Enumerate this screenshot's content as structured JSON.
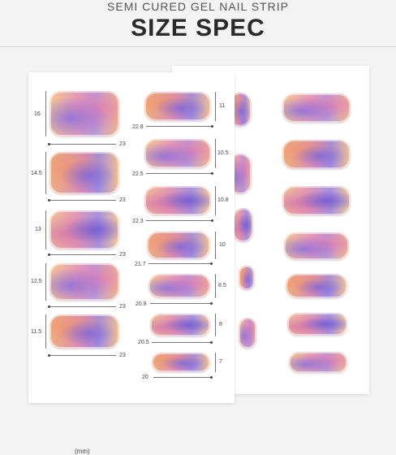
{
  "header": {
    "subtitle": "SEMI CURED GEL NAIL STRIP",
    "title": "SIZE SPEC"
  },
  "unit_label": "(mm)",
  "left_column": [
    {
      "height": "16",
      "width": "23"
    },
    {
      "height": "14.5",
      "width": "23"
    },
    {
      "height": "13",
      "width": "23"
    },
    {
      "height": "12.5",
      "width": "23"
    },
    {
      "height": "11.5",
      "width": "23"
    }
  ],
  "right_column": [
    {
      "height": "11",
      "width": "22.8"
    },
    {
      "height": "10.5",
      "width": "22.5"
    },
    {
      "height": "10.8",
      "width": "22.3"
    },
    {
      "height": "10",
      "width": "21.7"
    },
    {
      "height": "8.5",
      "width": "20.8"
    },
    {
      "height": "8",
      "width": "20.5"
    },
    {
      "height": "7",
      "width": "20"
    }
  ]
}
